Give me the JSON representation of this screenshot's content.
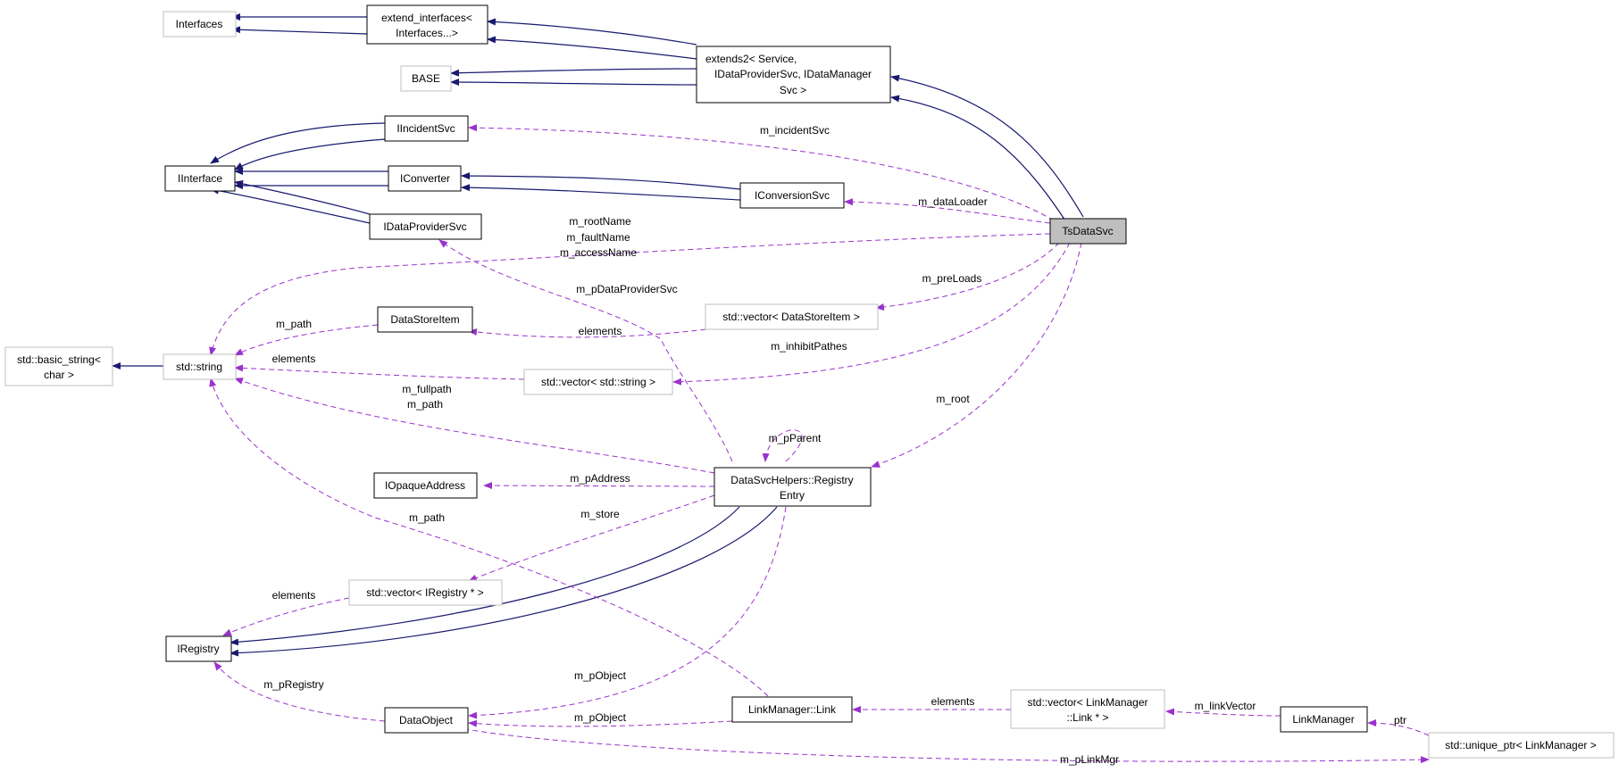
{
  "colors": {
    "inheritance_edge": "#191970",
    "usage_edge": "#9a32cd",
    "focus_node_fill": "#bfbfbf",
    "external_node_border": "#bfbfbf"
  },
  "nodes": {
    "interfaces": "Interfaces",
    "extend_interfaces": [
      "extend_interfaces<",
      "Interfaces...>"
    ],
    "extends2": [
      "extends2< Service,",
      "IDataProviderSvc, IDataManager",
      "Svc >"
    ],
    "base": "BASE",
    "iincidentsvc": "IIncidentSvc",
    "iinterface": "IInterface",
    "iconverter": "IConverter",
    "iconversionsvc": "IConversionSvc",
    "tsdatasvc": "TsDataSvc",
    "idataprovidersvc": "IDataProviderSvc",
    "datastoreitem": "DataStoreItem",
    "vector_datastoreitem": "std::vector< DataStoreItem >",
    "basic_string": [
      "std::basic_string<",
      "char >"
    ],
    "string": "std::string",
    "vector_string": "std::vector< std::string >",
    "iopaqueaddress": "IOpaqueAddress",
    "registry_entry": [
      "DataSvcHelpers::Registry",
      "Entry"
    ],
    "vector_iregistry": "std::vector< IRegistry * >",
    "iregistry": "IRegistry",
    "dataobject": "DataObject",
    "link": "LinkManager::Link",
    "vector_link": [
      "std::vector< LinkManager",
      "::Link * >"
    ],
    "linkmanager": "LinkManager",
    "unique_ptr": "std::unique_ptr< LinkManager >"
  },
  "edge_labels": {
    "m_incidentSvc": "m_incidentSvc",
    "m_dataLoader": "m_dataLoader",
    "names": [
      "m_rootName",
      "m_faultName",
      "m_accessName"
    ],
    "m_pDataProviderSvc": "m_pDataProviderSvc",
    "m_preLoads": "m_preLoads",
    "m_path_dsi": "m_path",
    "elements_dsi": "elements",
    "m_inhibitPathes": "m_inhibitPathes",
    "elements_str": "elements",
    "fullpath": [
      "m_fullpath",
      "m_path"
    ],
    "m_root": "m_root",
    "m_pParent": "m_pParent",
    "m_pAddress": "m_pAddress",
    "m_path_link": "m_path",
    "m_store": "m_store",
    "elements_reg": "elements",
    "m_pRegistry": "m_pRegistry",
    "m_pObject_1": "m_pObject",
    "m_pObject_2": "m_pObject",
    "elements_link": "elements",
    "m_linkVector": "m_linkVector",
    "ptr": "ptr",
    "m_pLinkMgr": "m_pLinkMgr"
  }
}
